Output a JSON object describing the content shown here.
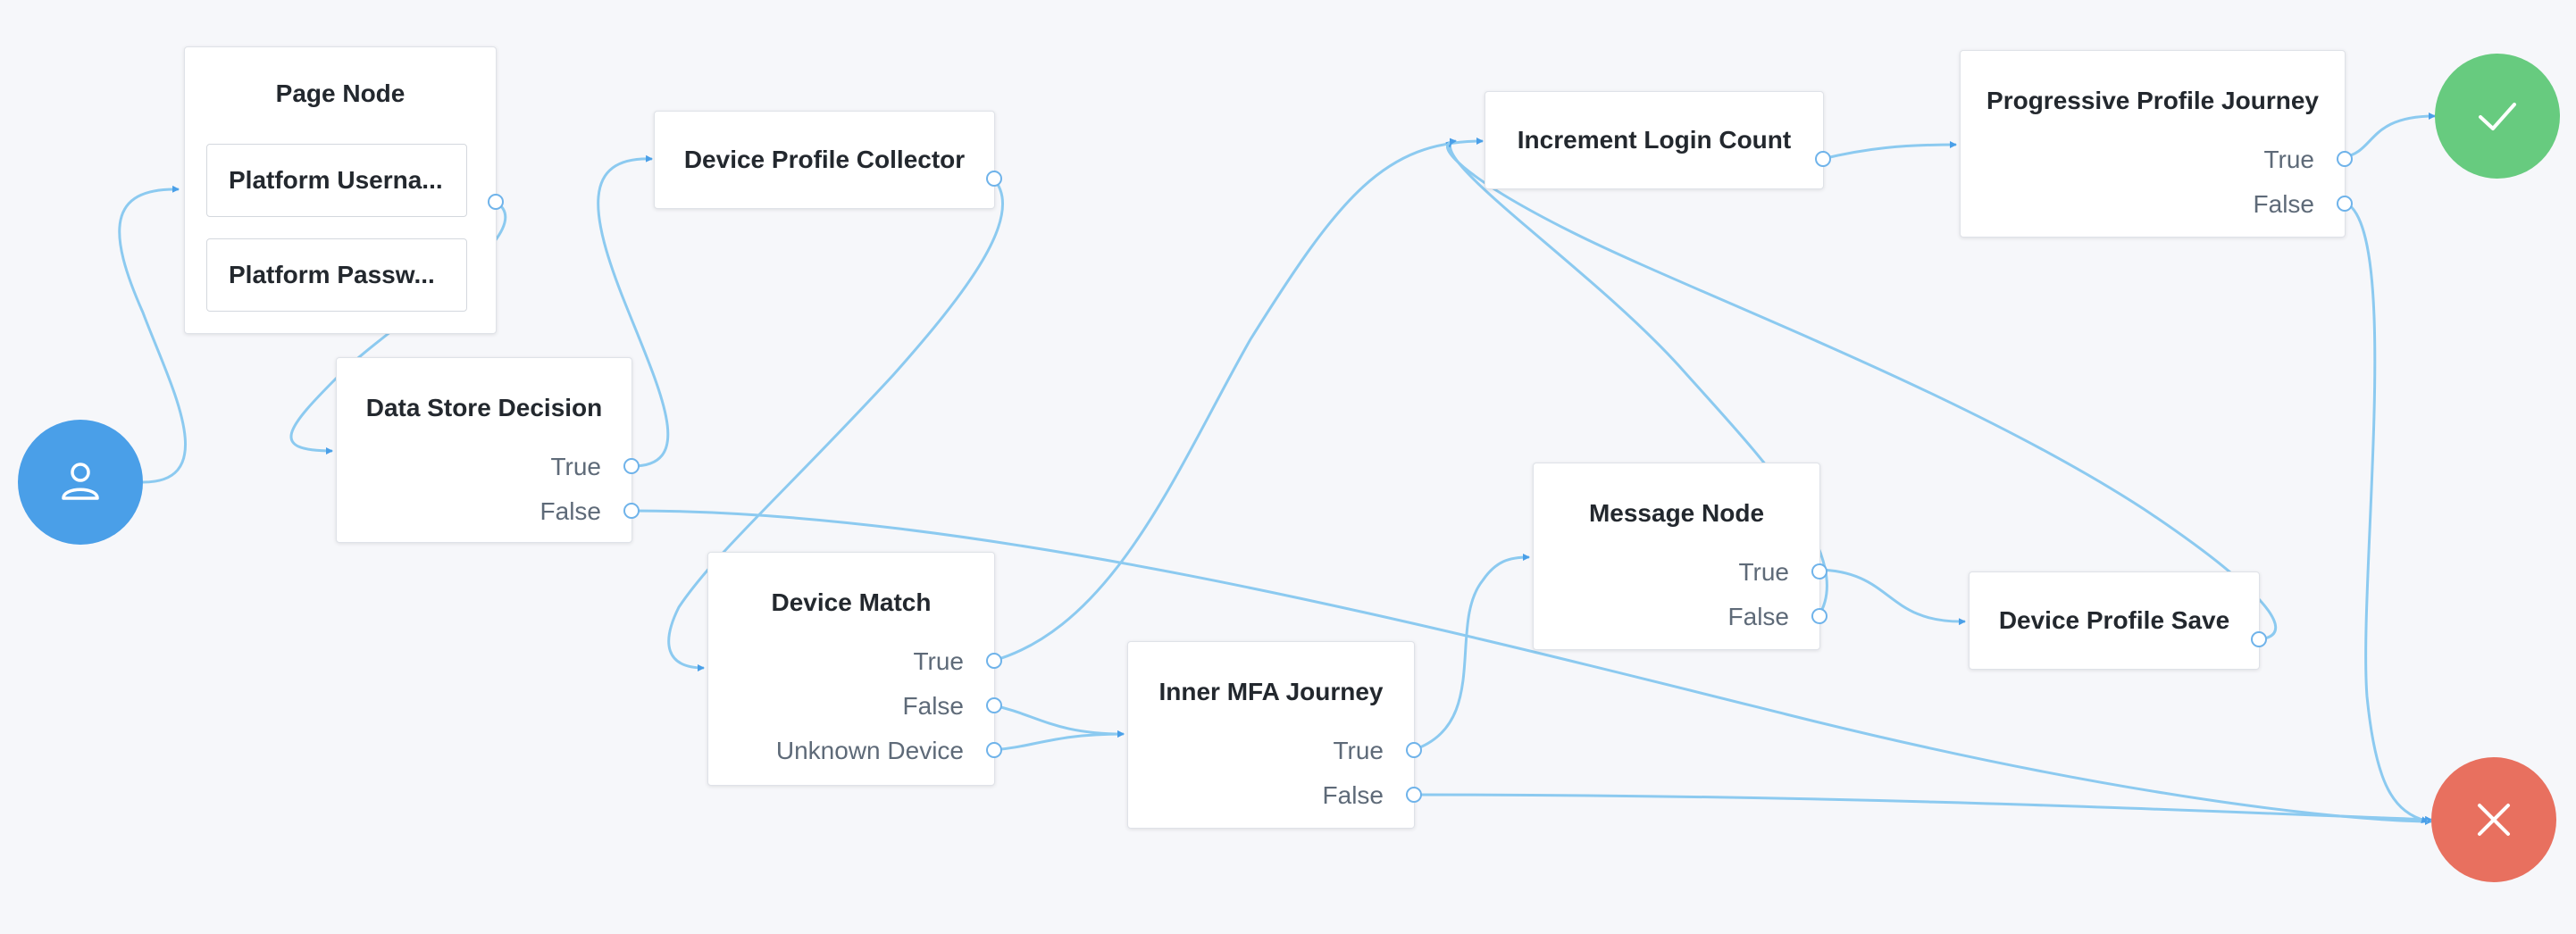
{
  "colors": {
    "canvas_bg": "#f6f7fa",
    "edge": "#8ccaf0",
    "start": "#4a9fe8",
    "success": "#67cb7f",
    "failure": "#e8705f"
  },
  "start": {
    "icon": "user-icon"
  },
  "success": {
    "icon": "check-icon"
  },
  "failure": {
    "icon": "x-icon"
  },
  "nodes": {
    "page_node": {
      "title": "Page Node",
      "children": [
        "Platform Userna...",
        "Platform Passw..."
      ]
    },
    "data_store_decision": {
      "title": "Data Store Decision",
      "outcomes": [
        "True",
        "False"
      ]
    },
    "device_profile_collector": {
      "title": "Device Profile Collector"
    },
    "device_match": {
      "title": "Device Match",
      "outcomes": [
        "True",
        "False",
        "Unknown Device"
      ]
    },
    "inner_mfa_journey": {
      "title": "Inner MFA Journey",
      "outcomes": [
        "True",
        "False"
      ]
    },
    "increment_login_count": {
      "title": "Increment Login Count"
    },
    "message_node": {
      "title": "Message Node",
      "outcomes": [
        "True",
        "False"
      ]
    },
    "device_profile_save": {
      "title": "Device Profile Save"
    },
    "progressive_profile_journey": {
      "title": "Progressive Profile Journey",
      "outcomes": [
        "True",
        "False"
      ]
    }
  }
}
